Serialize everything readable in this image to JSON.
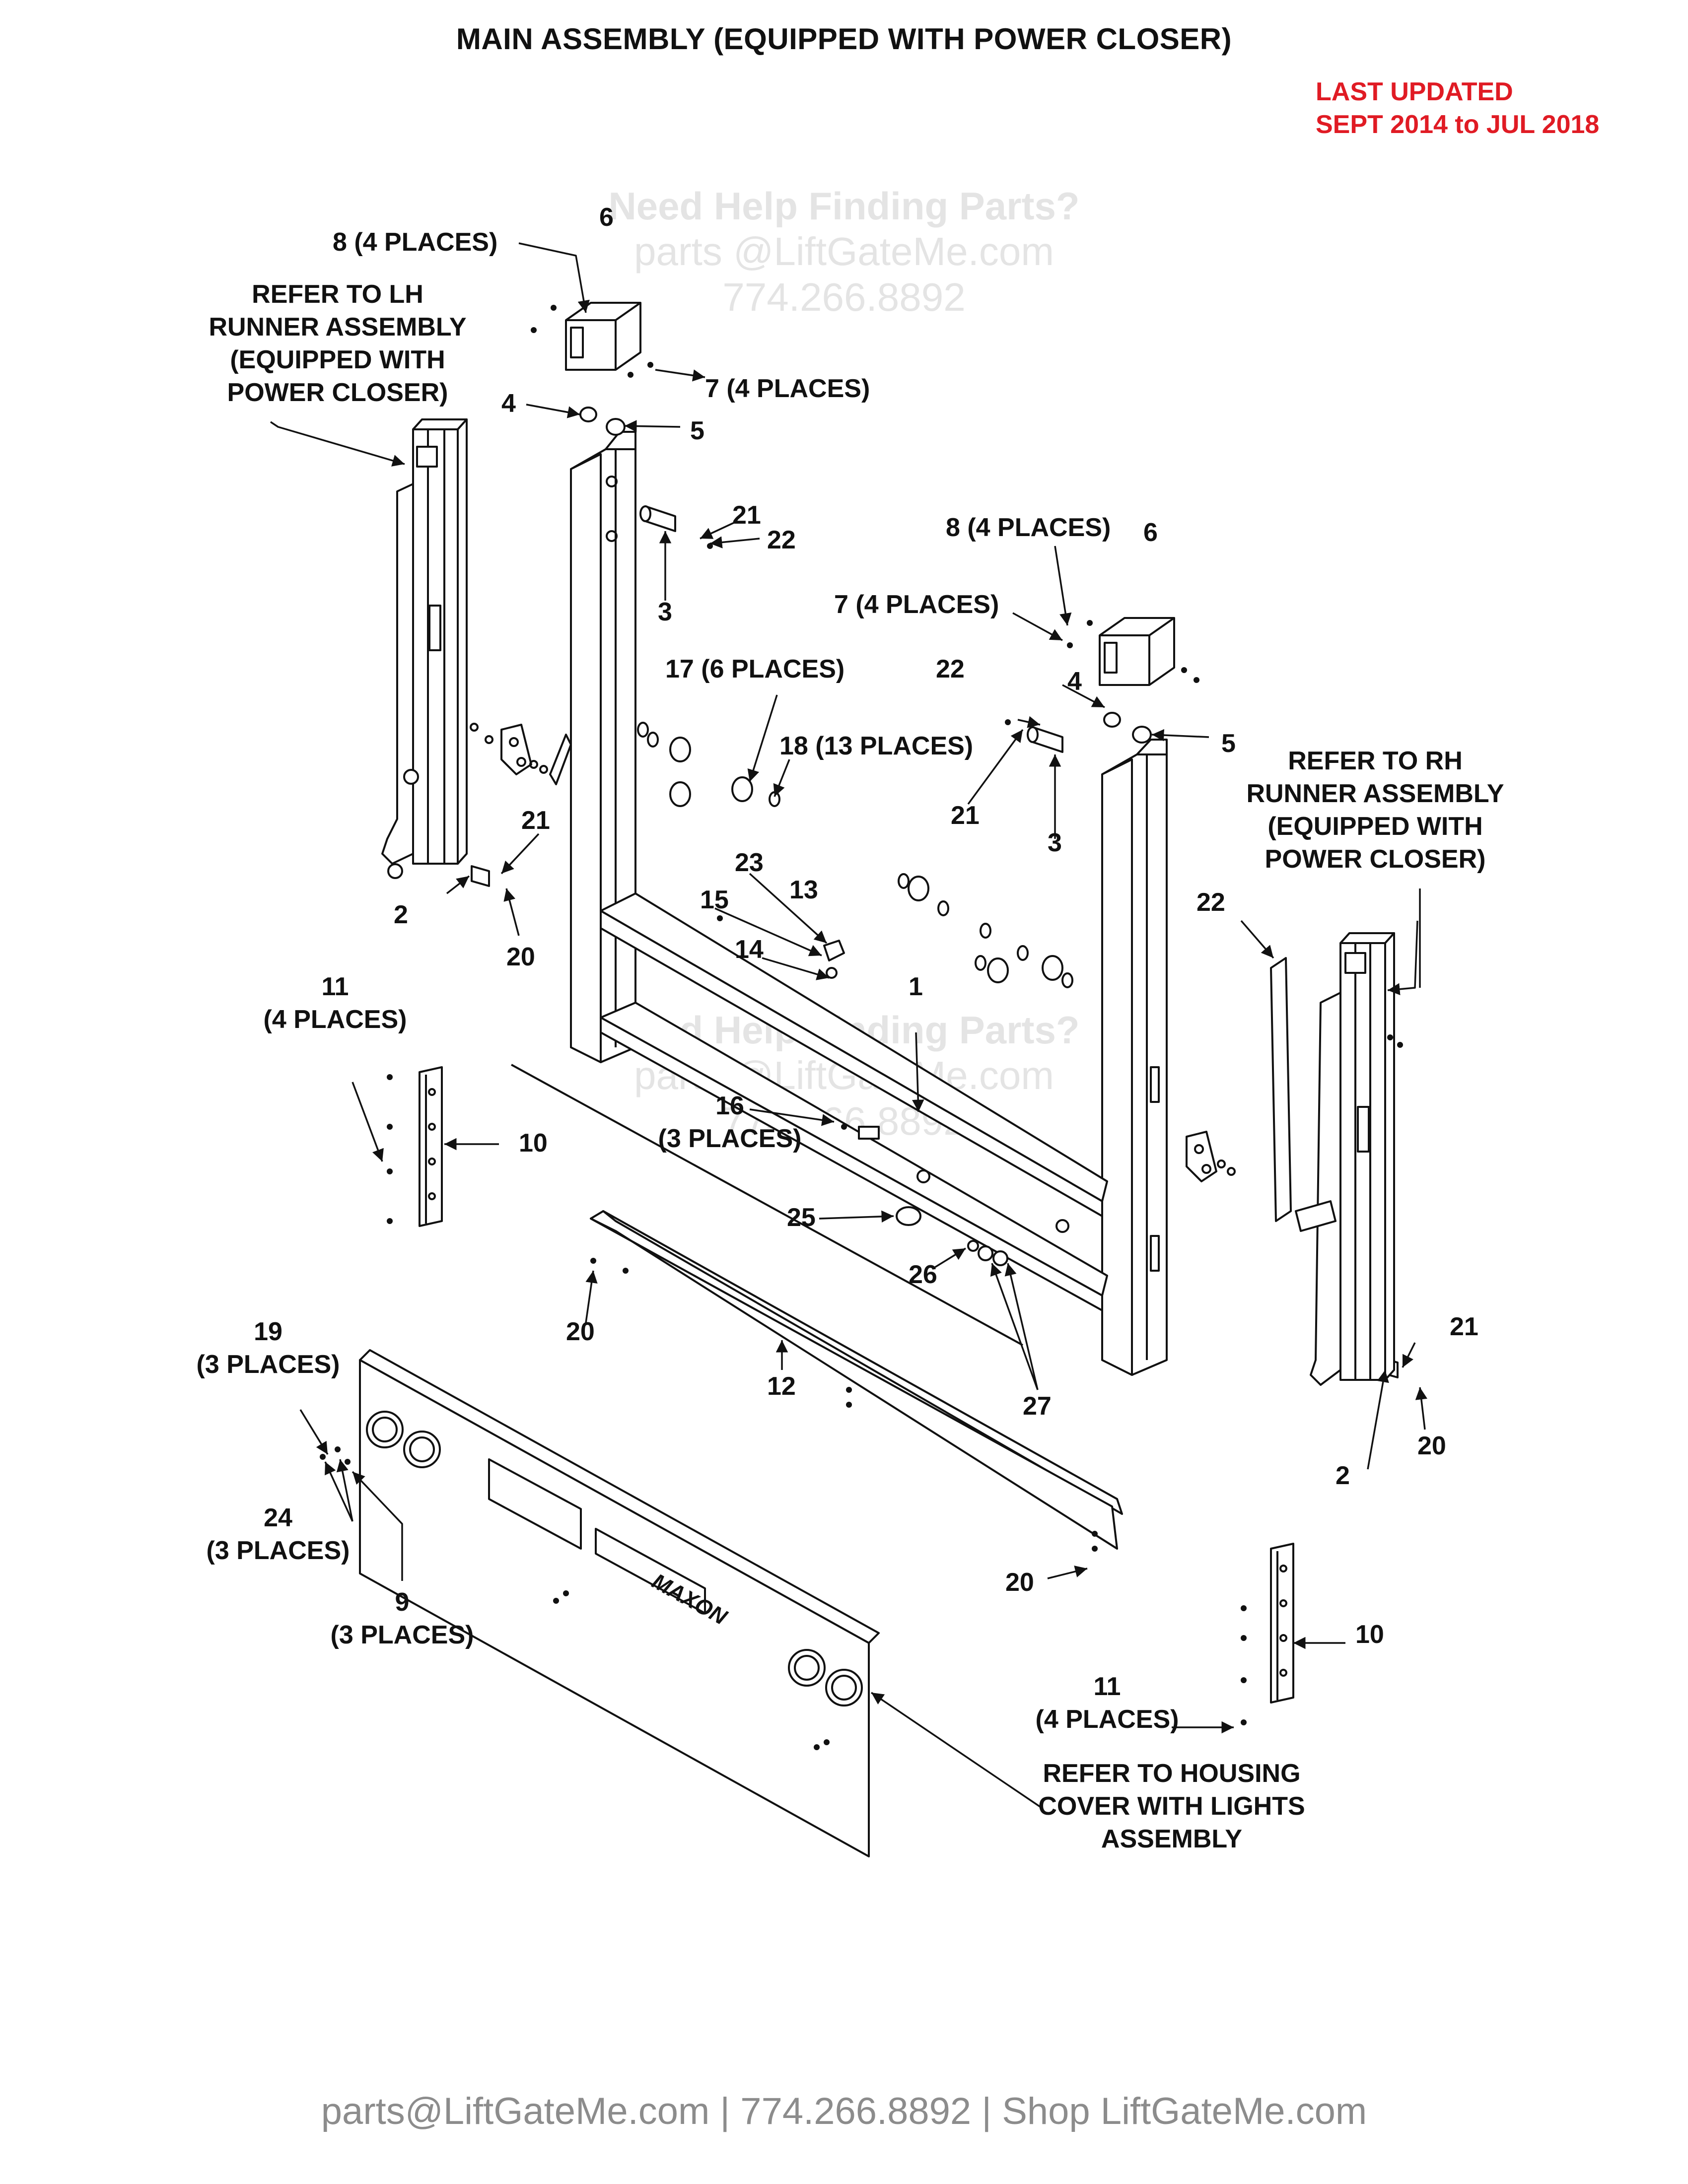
{
  "header": {
    "title": "MAIN ASSEMBLY (EQUIPPED WITH POWER CLOSER)",
    "updated_line1": "LAST UPDATED",
    "updated_line2": "SEPT 2014 to JUL 2018"
  },
  "watermark": {
    "headline": "Need Help Finding Parts?",
    "email": "parts @LiftGateMe.com",
    "phone": "774.266.8892"
  },
  "callouts": {
    "refer_lh": [
      "REFER TO LH",
      "RUNNER ASSEMBLY",
      "(EQUIPPED WITH",
      "POWER CLOSER)"
    ],
    "refer_rh": [
      "REFER TO RH",
      "RUNNER ASSEMBLY",
      "(EQUIPPED WITH",
      "POWER CLOSER)"
    ],
    "refer_housing": [
      "REFER TO HOUSING",
      "COVER WITH LIGHTS",
      "ASSEMBLY"
    ],
    "p8_top": "8 (4 PLACES)",
    "p6_top": "6",
    "p7_top": "7 (4 PLACES)",
    "p4_top": "4",
    "p5_top": "5",
    "p21_top": "21",
    "p22_top": "22",
    "p3_left": "3",
    "p8_right": "8 (4 PLACES)",
    "p6_right": "6",
    "p7_right": "7 (4 PLACES)",
    "p17": "17 (6 PLACES)",
    "p18": "18 (13 PLACES)",
    "p22_mid": "22",
    "p4_right": "4",
    "p5_right": "5",
    "p21_mid": "21",
    "p3_right": "3",
    "p21_lh": "21",
    "p2_lh": "2",
    "p20_lh": "20",
    "p23": "23",
    "p15": "15",
    "p13": "13",
    "p14": "14",
    "p1": "1",
    "p22_rh": "22",
    "p11_left": [
      "11",
      "(4 PLACES)"
    ],
    "p10_left": "10",
    "p16": [
      "16",
      "(3 PLACES)"
    ],
    "p25": "25",
    "p26": "26",
    "p27": "27",
    "p20_left": "20",
    "p12": "12",
    "p21_rh": "21",
    "p2_rh": "2",
    "p20_rh": "20",
    "p19": [
      "19",
      "(3 PLACES)"
    ],
    "p24": [
      "24",
      "(3 PLACES)"
    ],
    "p9": [
      "9",
      "(3 PLACES)"
    ],
    "p20_lower": "20",
    "p10_right": "10",
    "p11_right": [
      "11",
      "(4 PLACES)"
    ]
  },
  "housing_logo": "MAXON",
  "footer": {
    "email": "parts@LiftGateMe.com",
    "sep1": " | ",
    "phone": "774.266.8892",
    "sep2": " | ",
    "shop": "Shop LiftGateMe.com"
  }
}
